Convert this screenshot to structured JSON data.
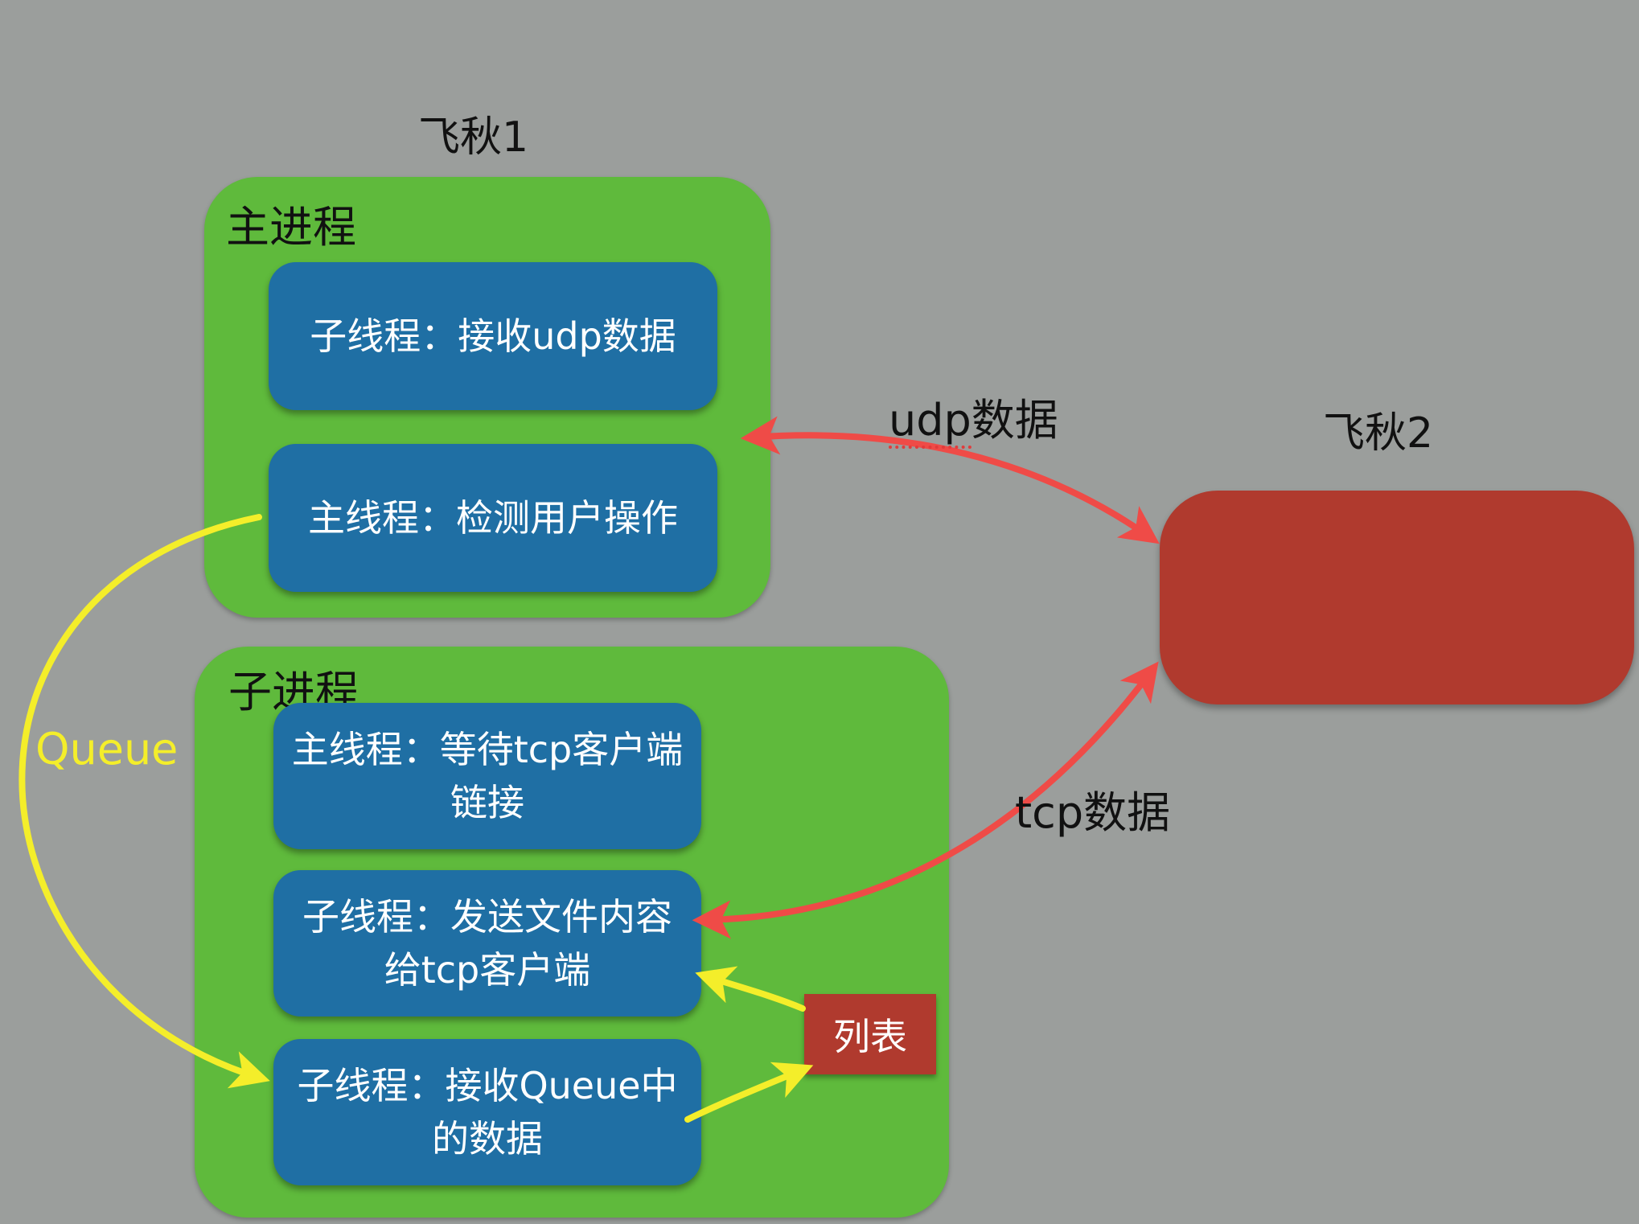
{
  "machine1": {
    "title": "飞秋1"
  },
  "machine2": {
    "title": "飞秋2"
  },
  "main_process": {
    "label": "主进程",
    "threads": [
      {
        "text": "子线程：接收udp数据"
      },
      {
        "text": "主线程：检测用户操作"
      }
    ]
  },
  "child_process": {
    "label": "子进程",
    "threads": [
      {
        "line1": "主线程：等待tcp客户端",
        "line2": "链接"
      },
      {
        "line1": "子线程：发送文件内容",
        "line2": "给tcp客户端"
      },
      {
        "line1": "子线程：接收Queue中",
        "line2": "的数据"
      }
    ]
  },
  "list": {
    "label": "列表"
  },
  "edges": {
    "udp": {
      "prefix": "udp",
      "suffix": "数据"
    },
    "tcp": {
      "label": "tcp数据"
    },
    "queue": {
      "label": "Queue"
    }
  },
  "colors": {
    "process": "#5fba3c",
    "thread": "#1f6fa4",
    "peer": "#b03a2e",
    "red_arrow": "#ef4b47",
    "yellow_arrow": "#f4ee2a"
  }
}
